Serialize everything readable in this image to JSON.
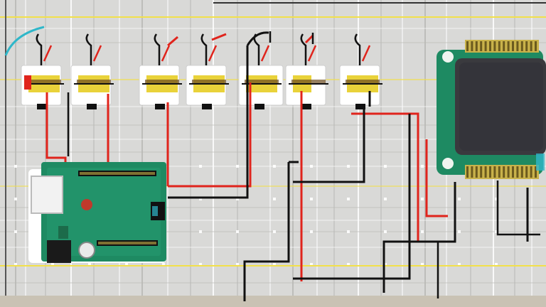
{
  "diagram": {
    "kind": "breadboard-wiring-illustration",
    "text": []
  },
  "colors": {
    "background": "#d9d9d7",
    "grid_white": "#ffffff",
    "grid_gray": "#b9b9b6",
    "rail_yellow": "#f2e04a",
    "wire_red": "#e0241c",
    "wire_black": "#111111",
    "pcb_green": "#1e8a62",
    "pcb_green_light": "#2aa37a",
    "ic_body": "#3a3a3e",
    "header_gold": "#c9b24a",
    "component_yellow": "#e9d23a",
    "accent_teal": "#2fb7c9"
  },
  "components": {
    "microcontroller_board": {
      "label": "microcontroller-board"
    },
    "ic_module": {
      "label": "ic-module"
    },
    "sensor_modules_count": 7
  }
}
